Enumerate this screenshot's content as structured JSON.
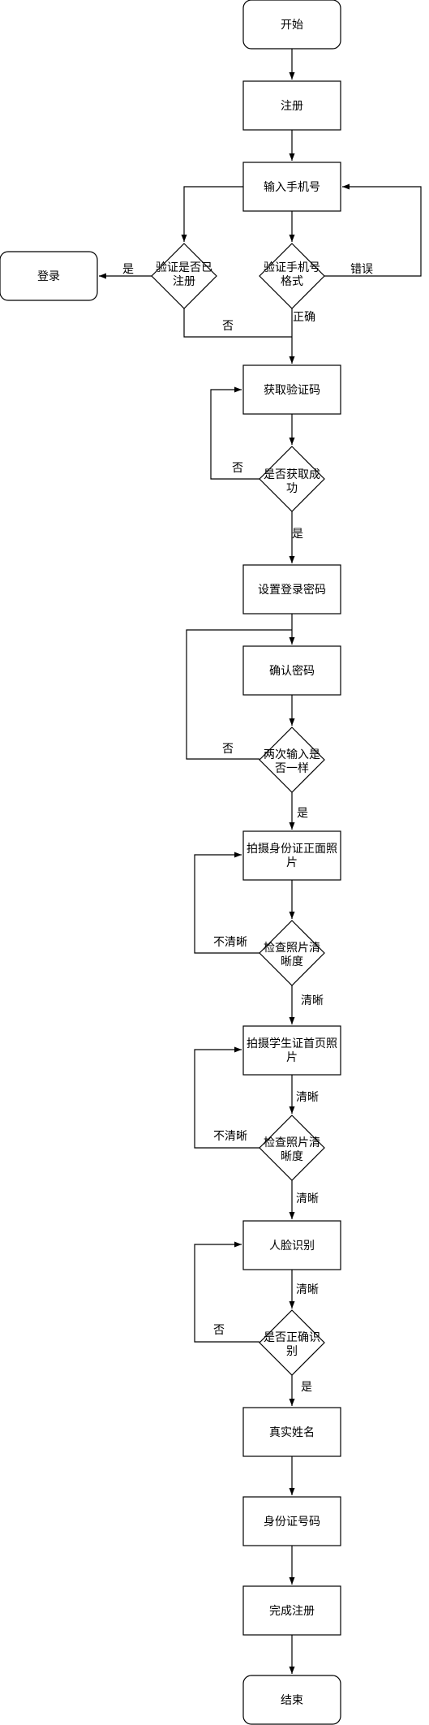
{
  "nodes": {
    "start": "开始",
    "register": "注册",
    "input_phone": "输入手机号",
    "check_registered": "验证是否已注册",
    "login": "登录",
    "check_format": "验证手机号格式",
    "get_code": "获取验证码",
    "get_success": "是否获取成功",
    "set_password": "设置登录密码",
    "confirm_password": "确认密码",
    "same_twice": "两次输入是否一样",
    "photo_id": "拍摄身份证正面照片",
    "check_clarity_1": "检查照片清晰度",
    "photo_student": "拍摄学生证首页照片",
    "check_clarity_2": "检查照片清晰度",
    "face_recog": "人脸识别",
    "recog_ok": "是否正确识别",
    "real_name": "真实姓名",
    "id_number": "身份证号码",
    "finish": "完成注册",
    "end": "结束"
  },
  "edges": {
    "registered_yes": "是",
    "registered_no": "否",
    "format_error": "错误",
    "format_ok": "正确",
    "get_no": "否",
    "get_yes": "是",
    "same_no": "否",
    "same_yes": "是",
    "clarity1_bad": "不清晰",
    "clarity1_good": "清晰",
    "clarity2_top": "清晰",
    "clarity2_bad": "不清晰",
    "clarity2_good": "清晰",
    "face_clear": "清晰",
    "recog_no": "否",
    "recog_yes": "是"
  }
}
